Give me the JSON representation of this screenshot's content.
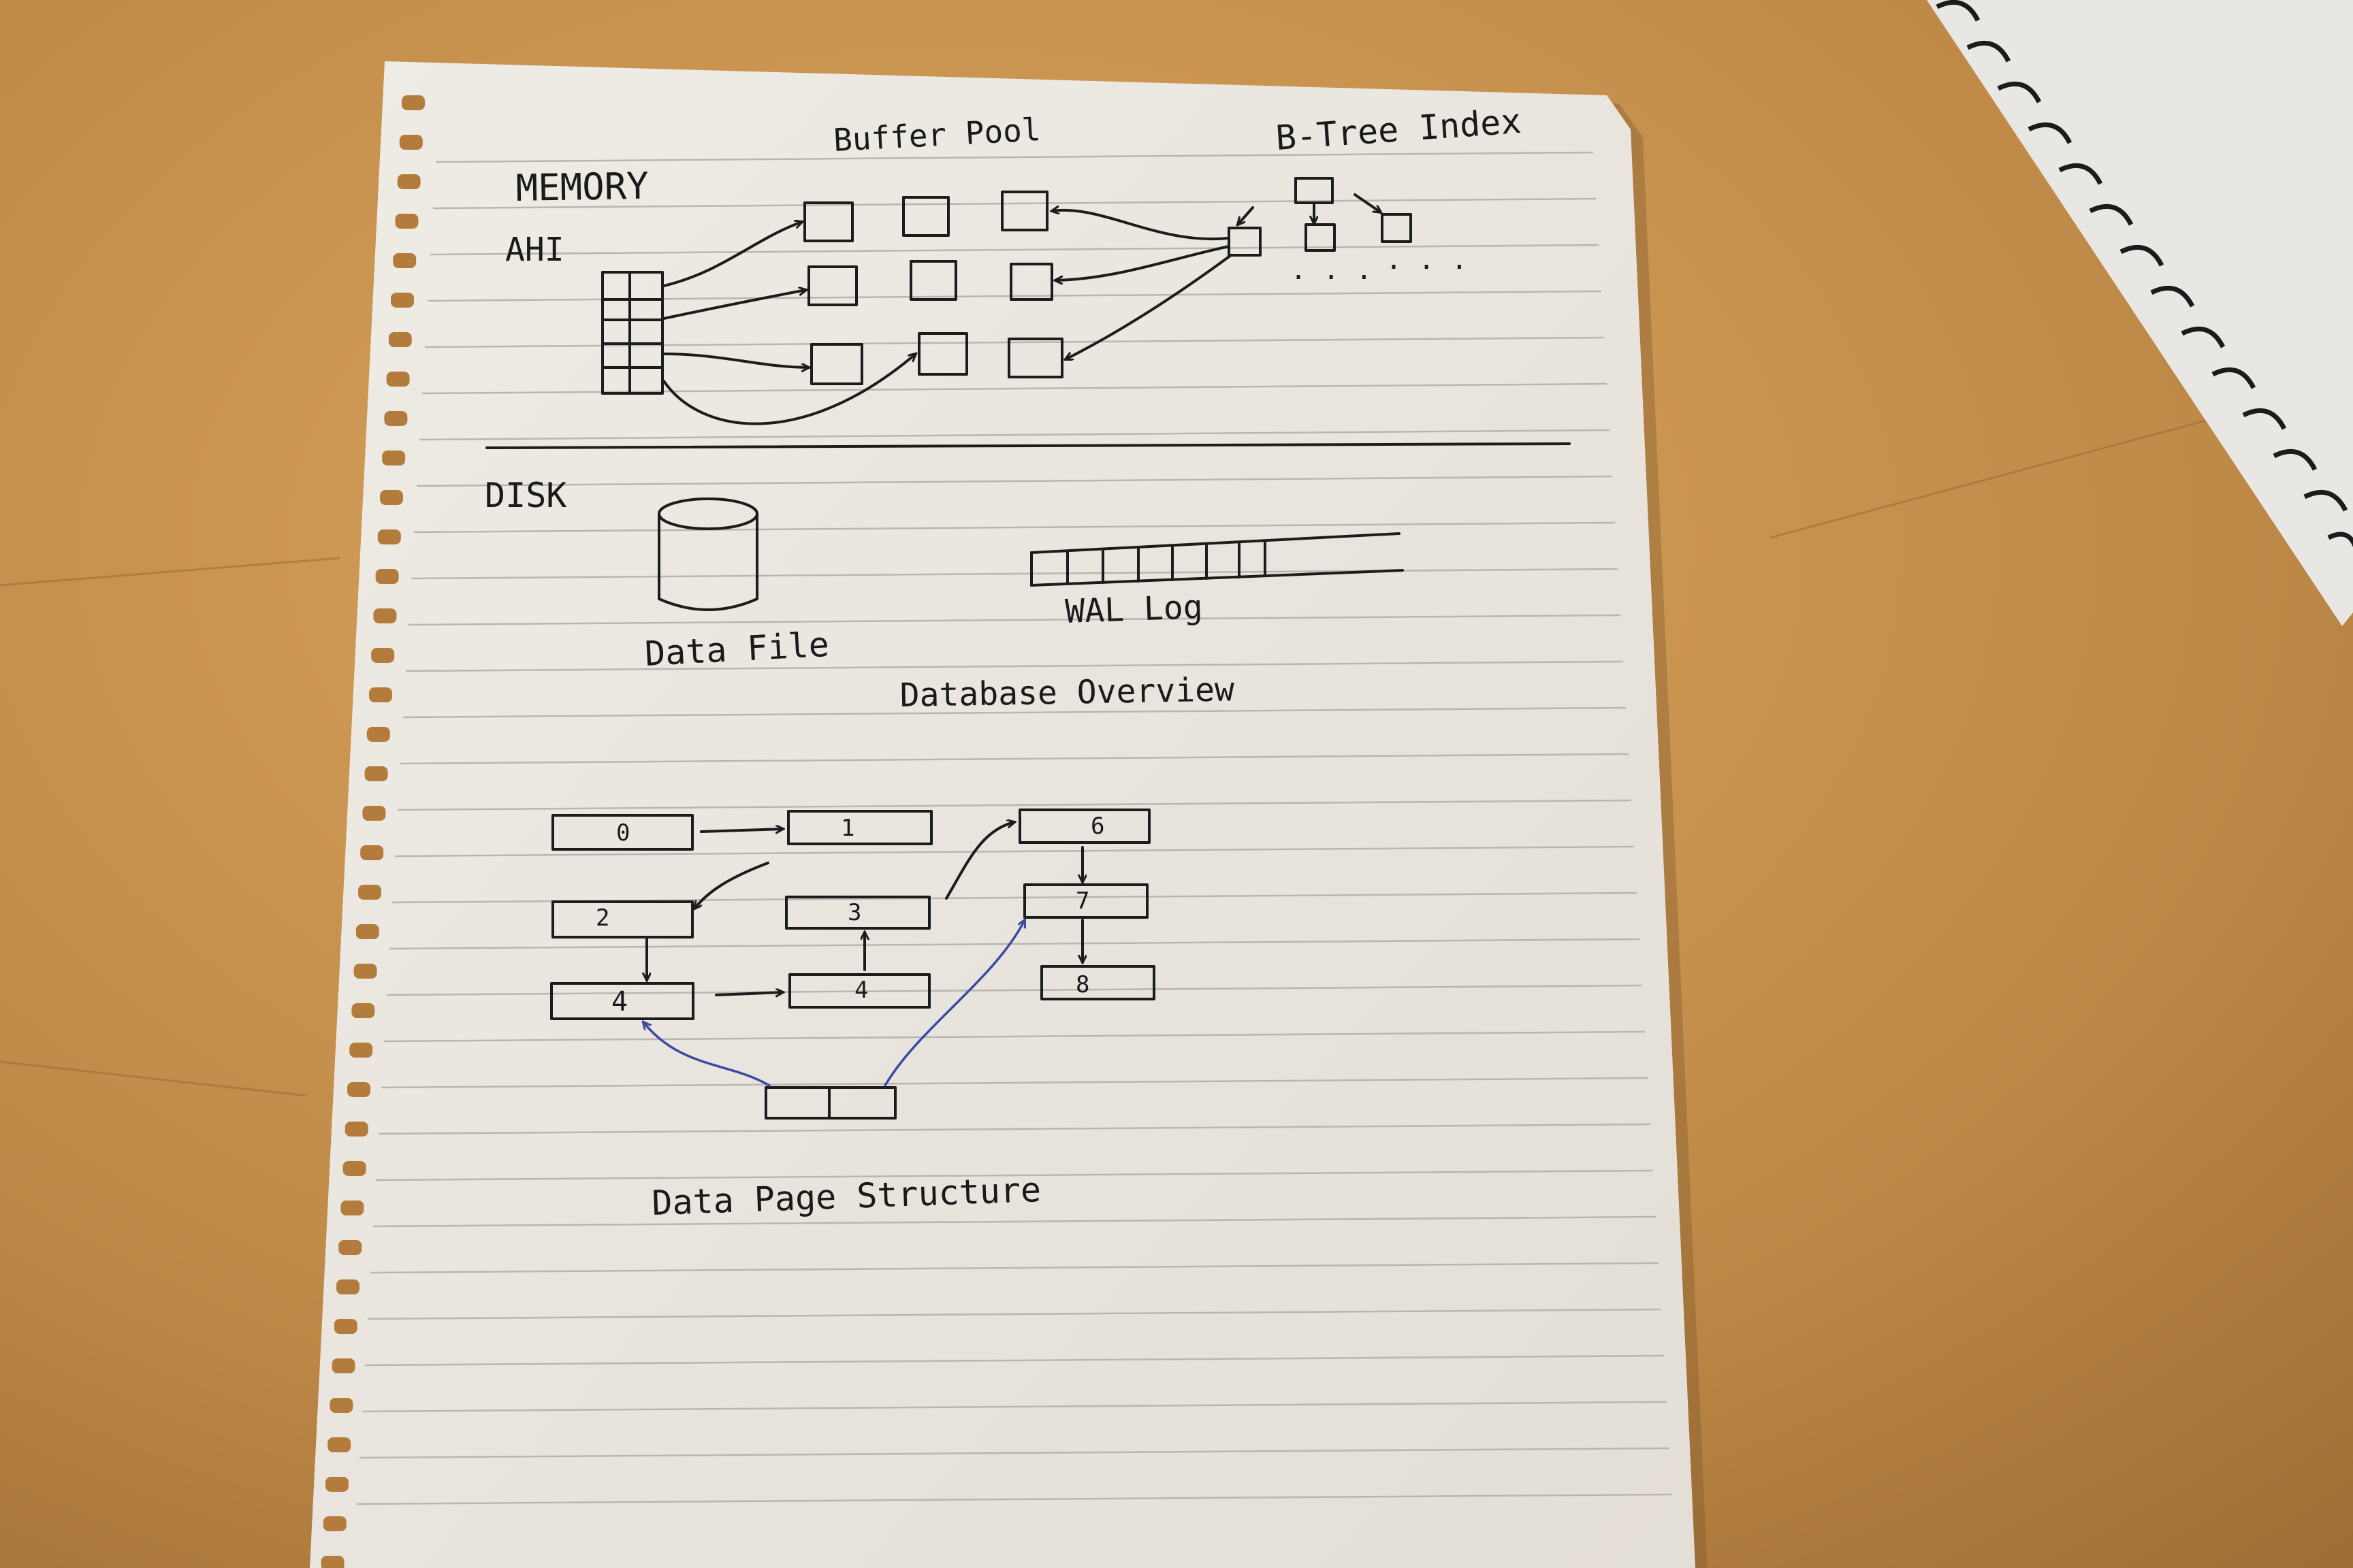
{
  "overview": {
    "memory_label": "MEMORY",
    "ahi_label": "AHI",
    "buffer_pool_label": "Buffer Pool",
    "btree_label": "B-Tree Index",
    "btree_dots": ". . .",
    "disk_label": "DISK",
    "data_file_label": "Data File",
    "wal_log_label": "WAL Log",
    "caption": "Database Overview"
  },
  "page_structure": {
    "pages": [
      "0",
      "1",
      "6",
      "2",
      "3",
      "7",
      "4",
      "4",
      "8"
    ],
    "caption": "Data Page Structure"
  },
  "colors": {
    "paper": "#f1eee8",
    "ink": "#1c1c1c",
    "blue_ink": "#3a4aa0",
    "desk": "#c8924f"
  }
}
